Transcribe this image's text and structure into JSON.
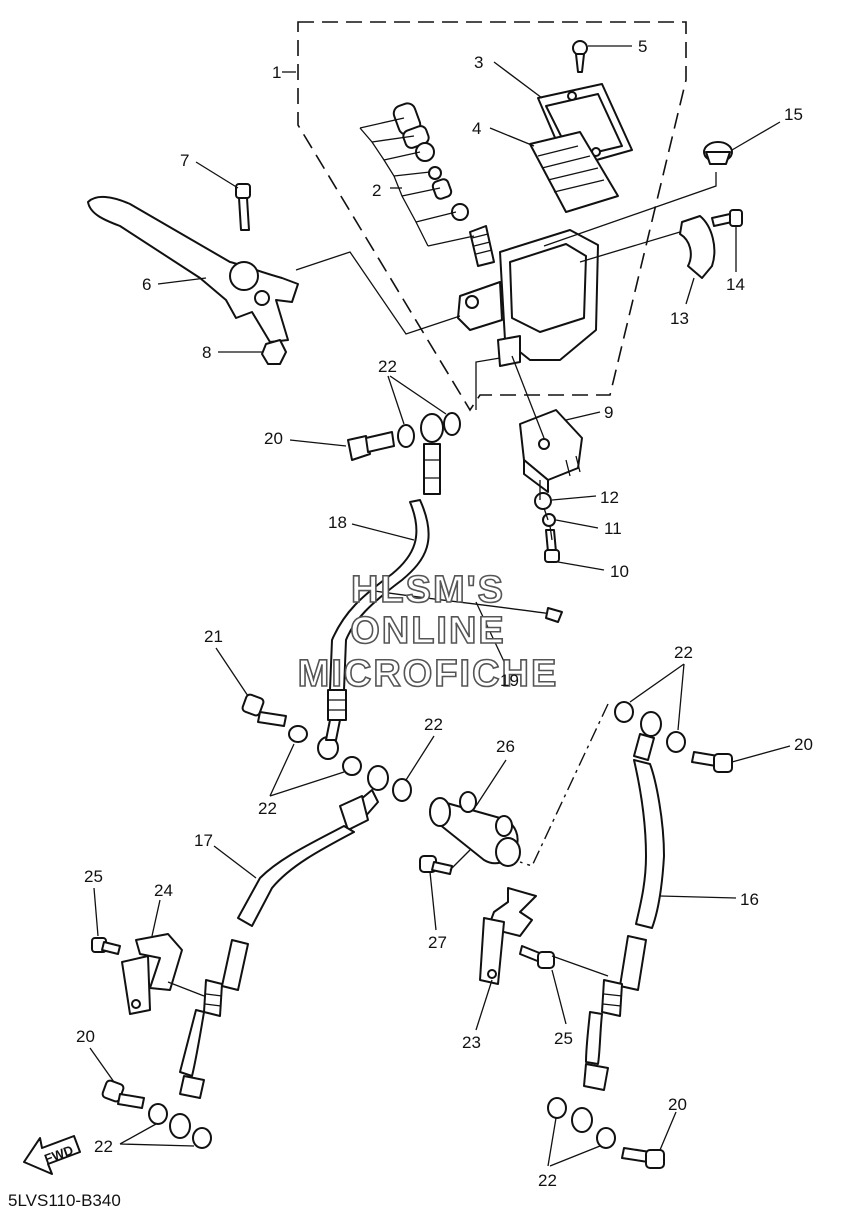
{
  "diagram_code": "5LVS110-B340",
  "fwd_label": "FWD",
  "watermark": [
    "HLSM'S",
    "ONLINE",
    "MICROFICHE"
  ],
  "callouts": {
    "c1": "1",
    "c2": "2",
    "c3": "3",
    "c4": "4",
    "c5": "5",
    "c6": "6",
    "c7": "7",
    "c8": "8",
    "c9": "9",
    "c10": "10",
    "c11": "11",
    "c12": "12",
    "c13": "13",
    "c14": "14",
    "c15": "15",
    "c16": "16",
    "c17": "17",
    "c18": "18",
    "c19": "19",
    "c20a": "20",
    "c20b": "20",
    "c20c": "20",
    "c20d": "20",
    "c21": "21",
    "c22a": "22",
    "c22b": "22",
    "c22c": "22",
    "c22d": "22",
    "c22e": "22",
    "c22f": "22",
    "c23": "23",
    "c24": "24",
    "c25a": "25",
    "c25b": "25",
    "c26": "26",
    "c27": "27"
  }
}
